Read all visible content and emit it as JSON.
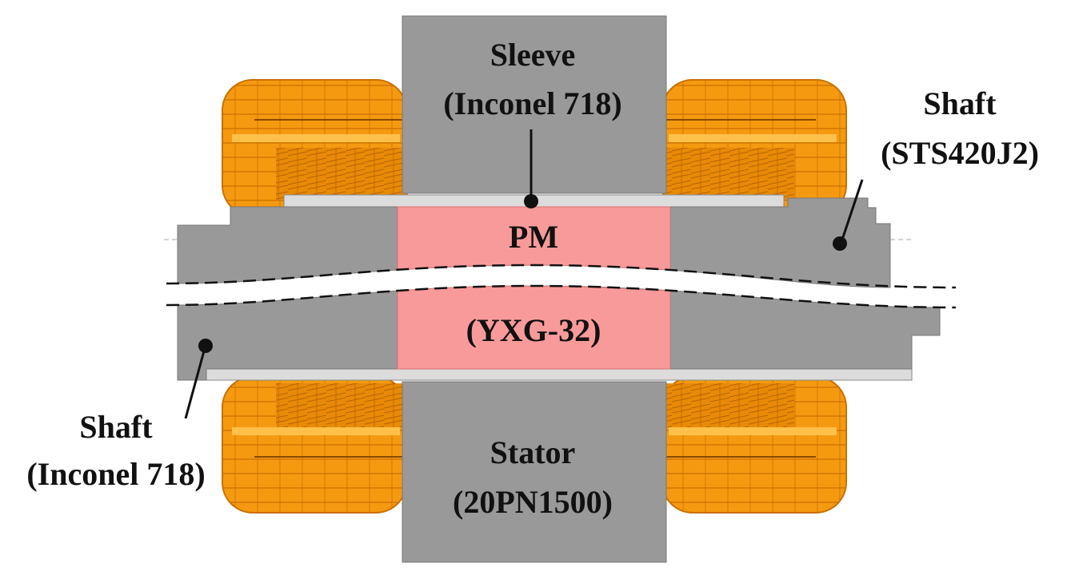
{
  "labels": {
    "sleeve": {
      "name": "Sleeve",
      "material": "(Inconel 718)"
    },
    "pm": {
      "name": "PM",
      "material": "(YXG-32)"
    },
    "stator": {
      "name": "Stator",
      "material": "(20PN1500)"
    },
    "shaft_right": {
      "name": "Shaft",
      "material": "(STS420J2)"
    },
    "shaft_left": {
      "name": "Shaft",
      "material": "(Inconel 718)"
    }
  },
  "colors": {
    "coil": "#f59a10",
    "coil_dark": "#c96f00",
    "coil_light": "#ffc04a",
    "steel": "#999999",
    "magnet": "#f99a9a",
    "sleeve": "#dcdcdc",
    "background": "#ffffff",
    "text": "#111111"
  }
}
